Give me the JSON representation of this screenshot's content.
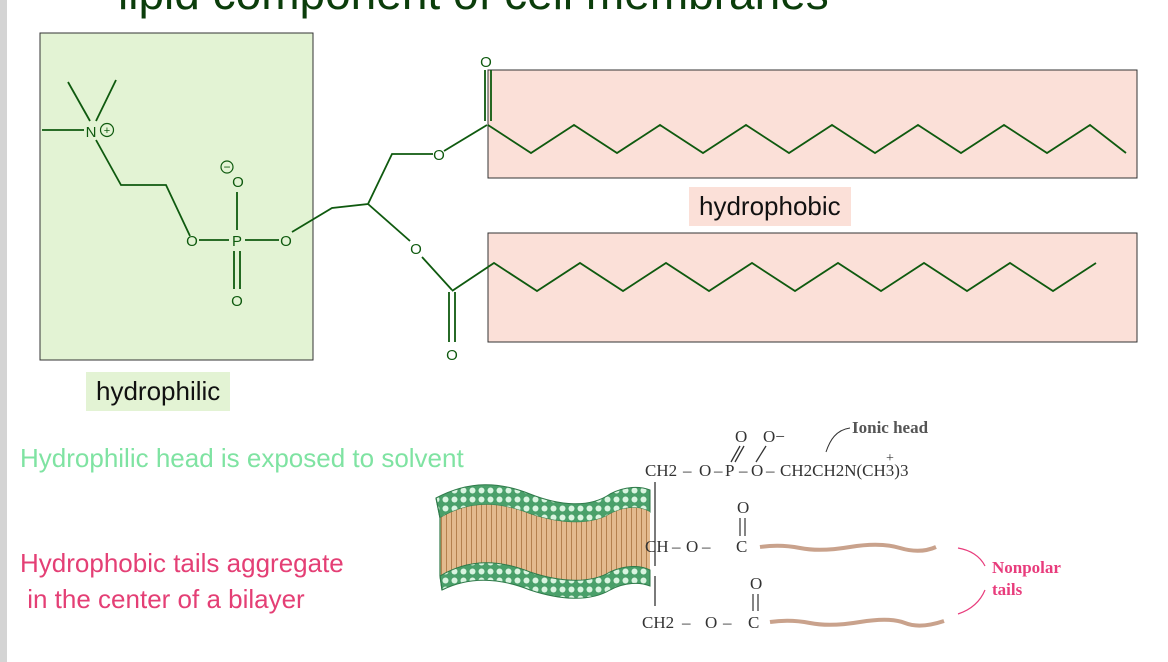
{
  "slide": {
    "title": "lipid component of cell membranes",
    "hydrophilic_label": "hydrophilic",
    "hydrophobic_label": "hydrophobic",
    "note_head": "Hydrophilic head is exposed to solvent",
    "note_tails_line1": "Hydrophobic tails aggregate",
    "note_tails_line2": " in the center of a bilayer"
  },
  "molecule": {
    "nitrogen": "N",
    "phosphorus": "P",
    "oxygen": "O"
  },
  "inset": {
    "ch2_top": "CH2",
    "ch": "CH",
    "ch2_bottom": "CH2",
    "o": "O",
    "p": "P",
    "c": "C",
    "o_minus": "O−",
    "head_group": "CH2CH2N(CH3)3",
    "plus": "+",
    "ionic_head": "Ionic head",
    "nonpolar_line1": "Nonpolar",
    "nonpolar_line2": "tails"
  },
  "colors": {
    "hydrophilic_box": "#e3f3d4",
    "hydrophobic_box": "#fbe0d8",
    "molecule_line": "#0f5a0f",
    "inset_text": "#333333",
    "inset_accent": "#e83c7c",
    "note_green": "#7fe3a2",
    "note_pink": "#e43f75"
  }
}
